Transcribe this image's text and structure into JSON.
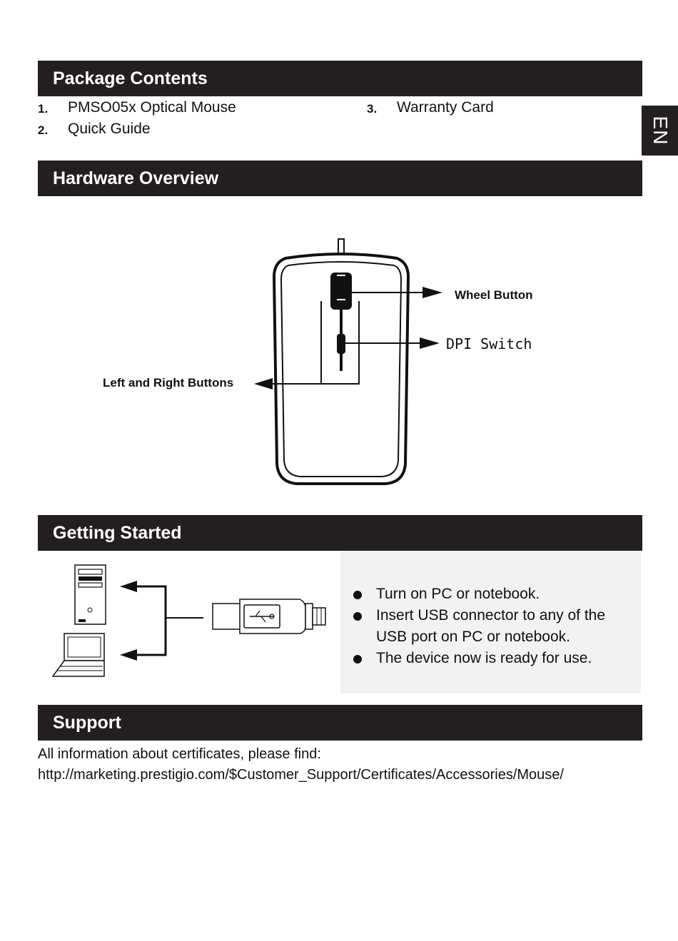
{
  "language_tab": "EN",
  "sections": {
    "package_contents": "Package Contents",
    "hardware_overview": "Hardware Overview",
    "getting_started": "Getting Started",
    "support": "Support"
  },
  "package_items": [
    {
      "num": "1.",
      "text": "PMSO05x Optical Mouse"
    },
    {
      "num": "2.",
      "text": "Quick Guide"
    },
    {
      "num": "3.",
      "text": "Warranty Card"
    }
  ],
  "hardware_callouts": {
    "wheel_button": "Wheel Button",
    "dpi_switch": "DPI Switch",
    "left_right_buttons": "Left and Right Buttons"
  },
  "steps": [
    "Turn on PC or notebook.",
    "Insert USB connector to any of the USB port on PC or notebook.",
    "The device now is ready for use."
  ],
  "support": {
    "line1": "All information about certificates, please find:",
    "line2": "http://marketing.prestigio.com/$Customer_Support/Certificates/Accessories/Mouse/"
  }
}
